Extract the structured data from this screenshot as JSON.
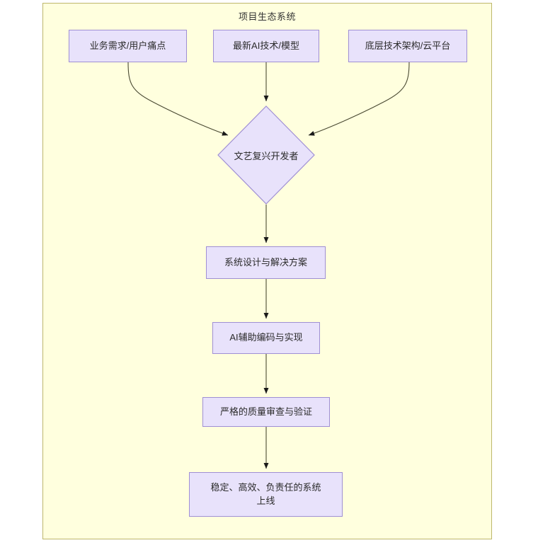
{
  "diagram": {
    "type": "flowchart",
    "direction": "top-to-bottom",
    "cluster": {
      "title": "项目生态系统",
      "background_color": "#ffffde",
      "border_color": "#bdb76b"
    },
    "node_style": {
      "fill_color": "#e8e2fb",
      "border_color": "#9f8fd4",
      "text_color": "#2b2b2b"
    },
    "edge_style": {
      "line_color": "#4a4a33",
      "arrow_color": "#1a1a1a"
    },
    "nodes": [
      {
        "id": "input_business",
        "shape": "rect",
        "label": "业务需求/用户痛点"
      },
      {
        "id": "input_ai",
        "shape": "rect",
        "label": "最新AI技术/模型"
      },
      {
        "id": "input_infra",
        "shape": "rect",
        "label": "底层技术架构/云平台"
      },
      {
        "id": "developer",
        "shape": "diamond",
        "label": "文艺复兴开发者"
      },
      {
        "id": "design",
        "shape": "rect",
        "label": "系统设计与解决方案"
      },
      {
        "id": "coding",
        "shape": "rect",
        "label": "AI辅助编码与实现"
      },
      {
        "id": "review",
        "shape": "rect",
        "label": "严格的质量审查与验证"
      },
      {
        "id": "launch",
        "shape": "rect",
        "label": "稳定、高效、负责任的系统\n上线"
      }
    ],
    "edges": [
      {
        "from": "input_business",
        "to": "developer",
        "style": "curved"
      },
      {
        "from": "input_ai",
        "to": "developer",
        "style": "straight"
      },
      {
        "from": "input_infra",
        "to": "developer",
        "style": "curved"
      },
      {
        "from": "developer",
        "to": "design",
        "style": "straight"
      },
      {
        "from": "design",
        "to": "coding",
        "style": "straight"
      },
      {
        "from": "coding",
        "to": "review",
        "style": "straight"
      },
      {
        "from": "review",
        "to": "launch",
        "style": "straight"
      }
    ]
  }
}
